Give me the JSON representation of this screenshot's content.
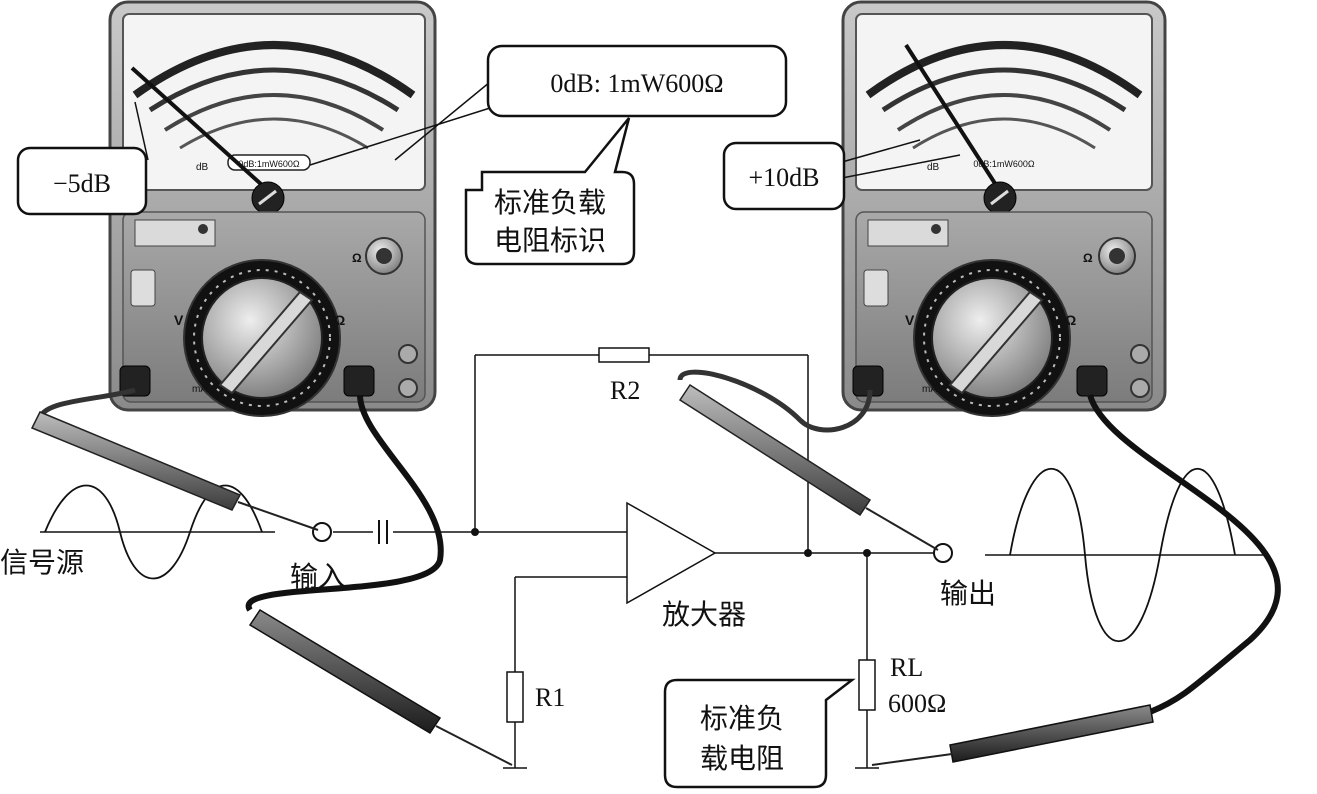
{
  "callouts": {
    "left_reading": "−5dB",
    "right_reading": "+10dB",
    "reference": "0dB: 1mW600Ω",
    "marking_line1": "标准负载",
    "marking_line2": "电阻标识",
    "load_line1": "标准负",
    "load_line2": "载电阻"
  },
  "labels": {
    "source": "信号源",
    "input": "输入",
    "output": "输出",
    "amplifier": "放大器",
    "r1": "R1",
    "r2": "R2",
    "rl": "RL",
    "rl_value": "600Ω"
  },
  "meter": {
    "dial_marking": "0dB:1mW600Ω",
    "db_label": "dB",
    "range_v": "V",
    "range_ohm": "Ω",
    "range_ma": "mA",
    "ohm_knob": "Ω"
  }
}
